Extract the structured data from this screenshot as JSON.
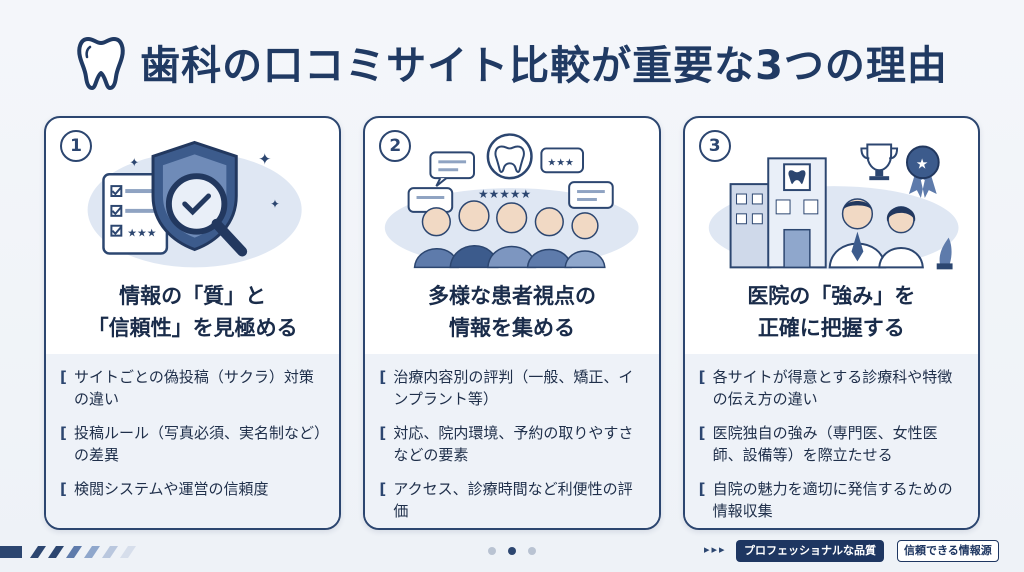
{
  "title": "歯科の口コミサイト比較が重要な3つの理由",
  "cards": [
    {
      "number": "1",
      "heading_line1": "情報の「質」と",
      "heading_line2": "「信頼性」を見極める",
      "bullets": [
        "サイトごとの偽投稿（サクラ）対策の違い",
        "投稿ルール（写真必須、実名制など）の差異",
        "検閲システムや運営の信頼度"
      ]
    },
    {
      "number": "2",
      "heading_line1": "多様な患者視点の",
      "heading_line2": "情報を集める",
      "bullets": [
        "治療内容別の評判（一般、矯正、インプラント等）",
        "対応、院内環境、予約の取りやすさなどの要素",
        "アクセス、診療時間など利便性の評価"
      ]
    },
    {
      "number": "3",
      "heading_line1": "医院の「強み」を",
      "heading_line2": "正確に把握する",
      "bullets": [
        "各サイトが得意とする診療科や特徴の伝え方の違い",
        "医院独自の強み（専門医、女性医師、設備等）を際立たせる",
        "自院の魅力を適切に発信するための情報収集"
      ]
    }
  ],
  "bracket": "[",
  "footer": {
    "arrows": "▸▸▸",
    "badge_primary": "プロフェッショナルな品質",
    "badge_secondary": "信頼できる情報源"
  },
  "colors": {
    "navy": "#2c4670",
    "dark_navy": "#1e3661",
    "light_blue": "#dfe7f3",
    "panel_bg": "#eef2f8"
  },
  "icons": [
    "tooth-icon",
    "shield-check-icon",
    "magnifier-icon",
    "checklist-icon",
    "speech-bubble-icon",
    "star-rating-icon",
    "people-group-icon",
    "clinic-building-icon",
    "trophy-icon",
    "award-medal-icon",
    "doctor-icon"
  ]
}
